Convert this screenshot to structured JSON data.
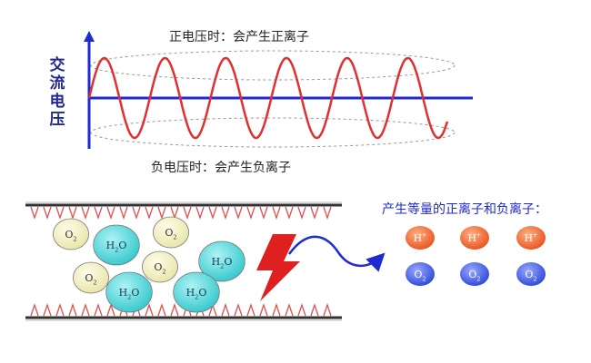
{
  "diagram": {
    "y_axis_label": "交流电压",
    "positive_voltage_caption": "正电压时：会产生正离子",
    "negative_voltage_caption": "负电压时：会产生负离子",
    "result_caption": "产生等量的正离子和负离子：",
    "molecules": [
      {
        "kind": "O2",
        "base": "O",
        "sub": "2",
        "sup": "",
        "tail": ""
      },
      {
        "kind": "O2",
        "base": "O",
        "sub": "2",
        "sup": "",
        "tail": ""
      },
      {
        "kind": "H2O",
        "base": "H",
        "sub": "2",
        "sup": "",
        "tail": "O"
      },
      {
        "kind": "H2O",
        "base": "H",
        "sub": "2",
        "sup": "",
        "tail": "O"
      },
      {
        "kind": "O2",
        "base": "O",
        "sub": "2",
        "sup": "",
        "tail": ""
      },
      {
        "kind": "O2",
        "base": "O",
        "sub": "2",
        "sup": "",
        "tail": ""
      },
      {
        "kind": "H2O",
        "base": "H",
        "sub": "2",
        "sup": "",
        "tail": "O"
      },
      {
        "kind": "H2O",
        "base": "H",
        "sub": "2",
        "sup": "",
        "tail": "O"
      }
    ],
    "positive_ions": [
      {
        "base": "H",
        "sup": "+"
      },
      {
        "base": "H",
        "sup": "+"
      },
      {
        "base": "H",
        "sup": "+"
      }
    ],
    "negative_ions": [
      {
        "base": "O",
        "sub": "2"
      },
      {
        "base": "O",
        "sub": "2"
      },
      {
        "base": "O",
        "sub": "2"
      }
    ],
    "colors": {
      "axis": "#1f2ad0",
      "wave": "#e03030",
      "electrode_spike": "#e05050",
      "o2_fill": "#f2efb8",
      "h2o_fill": "#3ad3d6",
      "positive_ion": "#e8501e",
      "negative_ion": "#2a46d8",
      "bolt": "#e02020"
    }
  }
}
